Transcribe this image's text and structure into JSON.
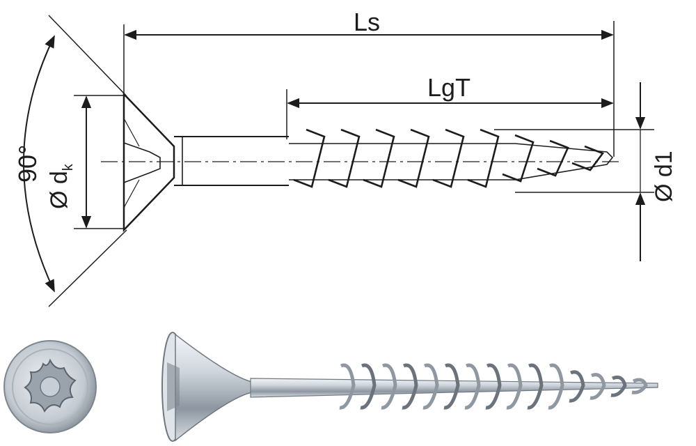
{
  "drawing": {
    "angle_label": "90°",
    "head_diameter_label": "Ø d",
    "head_diameter_sub": "k",
    "screw_length_label": "Ls",
    "thread_length_label": "LgT",
    "thread_diameter_label": "Ø d1"
  },
  "colors": {
    "line": "#1c1c1c",
    "steel_light": "#e4e8ec",
    "steel_mid": "#b3bcc5",
    "steel_dark": "#6d7680"
  }
}
